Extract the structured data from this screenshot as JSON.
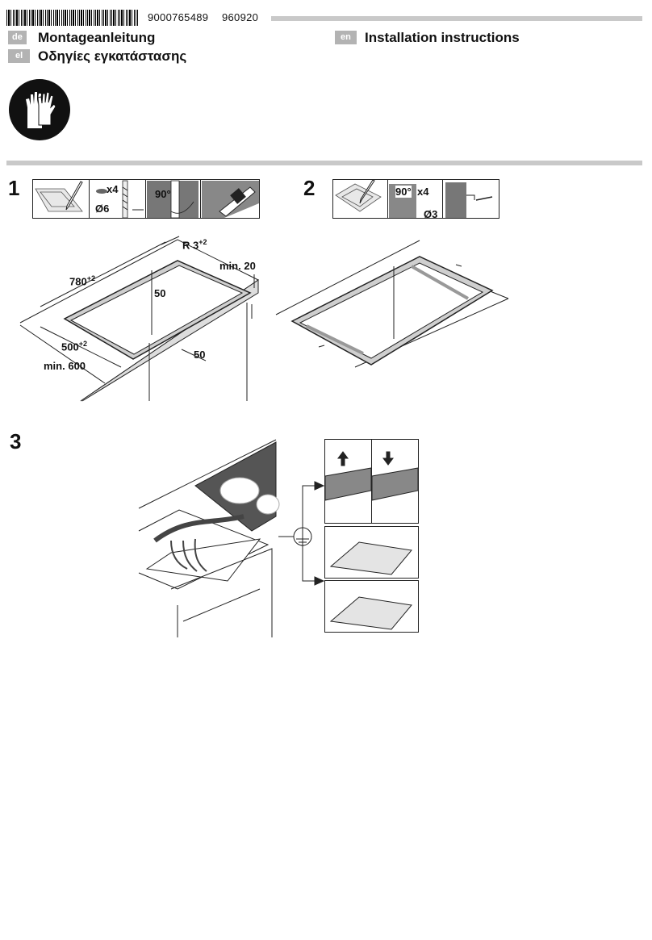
{
  "header": {
    "doc_number": "9000765489",
    "doc_date": "960920",
    "languages": [
      {
        "code": "de",
        "title": "Montageanleitung"
      },
      {
        "code": "el",
        "title": "Οδηγίες εγκατάστασης"
      },
      {
        "code": "en",
        "title": "Installation instructions"
      }
    ]
  },
  "steps": [
    {
      "number": "1",
      "tool_labels": {
        "count": "x4",
        "drill": "Ø6",
        "angle": "90°"
      },
      "dimensions": {
        "radius": "R 3",
        "radius_tol": "+2",
        "width": "780",
        "width_tol": "+2",
        "depth": "500",
        "depth_tol": "+2",
        "min_wall": "min. 20",
        "min_front": "min. 600",
        "gap_top": "50",
        "gap_side": "50"
      }
    },
    {
      "number": "2",
      "tool_labels": {
        "angle": "90°",
        "count": "x4",
        "drill": "Ø3"
      }
    },
    {
      "number": "3"
    }
  ],
  "colors": {
    "bar": "#c9c9c9",
    "lang_bg": "#b3b3b3",
    "line": "#222222"
  }
}
